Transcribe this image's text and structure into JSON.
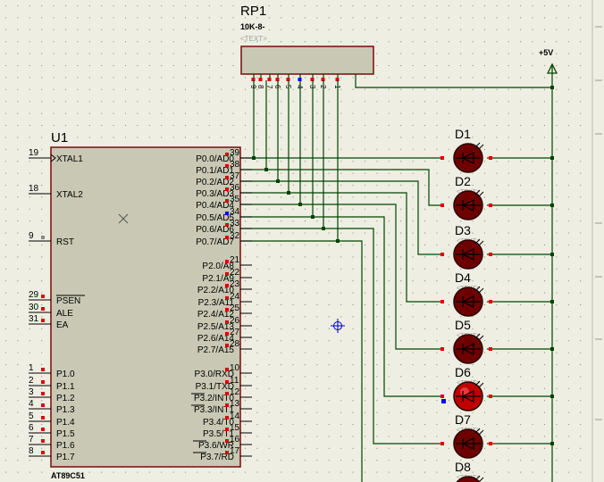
{
  "resistor_pack": {
    "ref": "RP1",
    "value": "10K-8-",
    "text_placeholder": "<TEXT>",
    "pins": [
      "9",
      "8",
      "7",
      "6",
      "5",
      "4",
      "3",
      "2",
      "1"
    ]
  },
  "power": {
    "label": "+5V"
  },
  "mcu": {
    "ref": "U1",
    "part": "AT89C51",
    "left_pins": [
      {
        "num": "19",
        "name": "XTAL1"
      },
      {
        "num": "18",
        "name": "XTAL2"
      },
      {
        "num": "9",
        "name": "RST"
      },
      {
        "num": "29",
        "name": "PSEN"
      },
      {
        "num": "30",
        "name": "ALE"
      },
      {
        "num": "31",
        "name": "EA"
      },
      {
        "num": "1",
        "name": "P1.0"
      },
      {
        "num": "2",
        "name": "P1.1"
      },
      {
        "num": "3",
        "name": "P1.2"
      },
      {
        "num": "4",
        "name": "P1.3"
      },
      {
        "num": "5",
        "name": "P1.4"
      },
      {
        "num": "6",
        "name": "P1.5"
      },
      {
        "num": "7",
        "name": "P1.6"
      },
      {
        "num": "8",
        "name": "P1.7"
      }
    ],
    "right_pins": [
      {
        "num": "39",
        "name": "P0.0/AD0"
      },
      {
        "num": "38",
        "name": "P0.1/AD1"
      },
      {
        "num": "37",
        "name": "P0.2/AD2"
      },
      {
        "num": "36",
        "name": "P0.3/AD3"
      },
      {
        "num": "35",
        "name": "P0.4/AD4"
      },
      {
        "num": "34",
        "name": "P0.5/AD5"
      },
      {
        "num": "33",
        "name": "P0.6/AD6"
      },
      {
        "num": "32",
        "name": "P0.7/AD7"
      },
      {
        "num": "21",
        "name": "P2.0/A8"
      },
      {
        "num": "22",
        "name": "P2.1/A9"
      },
      {
        "num": "23",
        "name": "P2.2/A10"
      },
      {
        "num": "24",
        "name": "P2.3/A11"
      },
      {
        "num": "25",
        "name": "P2.4/A12"
      },
      {
        "num": "26",
        "name": "P2.5/A13"
      },
      {
        "num": "27",
        "name": "P2.6/A14"
      },
      {
        "num": "28",
        "name": "P2.7/A15"
      },
      {
        "num": "10",
        "name": "P3.0/RXD"
      },
      {
        "num": "11",
        "name": "P3.1/TXD"
      },
      {
        "num": "12",
        "name": "P3.2/INT0"
      },
      {
        "num": "13",
        "name": "P3.3/INT1"
      },
      {
        "num": "14",
        "name": "P3.4/T0"
      },
      {
        "num": "15",
        "name": "P3.5/T1"
      },
      {
        "num": "16",
        "name": "P3.6/WR"
      },
      {
        "num": "17",
        "name": "P3.7/RD"
      }
    ]
  },
  "leds": [
    {
      "ref": "D1",
      "lit": false
    },
    {
      "ref": "D2",
      "lit": false
    },
    {
      "ref": "D3",
      "lit": false
    },
    {
      "ref": "D4",
      "lit": false
    },
    {
      "ref": "D5",
      "lit": false
    },
    {
      "ref": "D6",
      "lit": true
    },
    {
      "ref": "D7",
      "lit": false
    },
    {
      "ref": "D8",
      "lit": false
    }
  ],
  "text_placeholder": "<TEXT>",
  "colors": {
    "background": "#eeeee2",
    "grid_dot": "#7a7a70",
    "chip_fill": "#c8c8b4",
    "outline": "#7a0a0a",
    "wire": "#004400",
    "pin_red": "#e00000",
    "led_off": "#6e0000",
    "led_on": "#c00000",
    "marker_blue": "#0000ff"
  }
}
